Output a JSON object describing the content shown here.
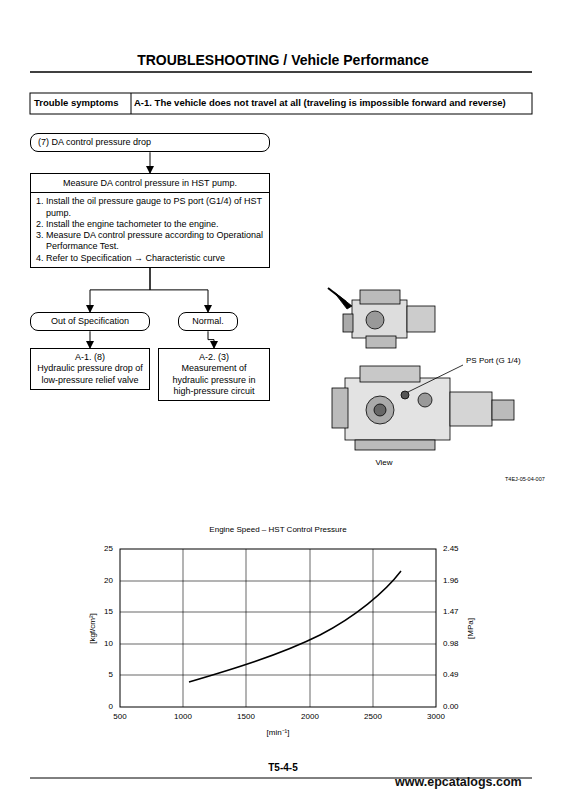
{
  "diagram": {
    "title": "TROUBLESHOOTING / Vehicle Performance",
    "nodes": [
      {
        "text": [
          "(7) DA control pressure drop"
        ]
      },
      {
        "text": [
          "Measure DA control pressure in HST pump.",
          "1. Install the oil pressure gauge to PS port (G1/4) of HST pump.",
          "2. Install the engine tachometer to the engine.",
          "3. Measure DA control pressure according to Operational Performance Test.",
          "4. Refer to Specification → Characteristic curve"
        ]
      },
      {
        "text": [
          "Out of Specification"
        ]
      },
      {
        "text": [
          "Normal."
        ]
      },
      {
        "text": [
          "A-1. (8)",
          "Hydraulic pressure drop of low-pressure relief valve"
        ]
      },
      {
        "text": [
          "A-2. (3)",
          "Measurement of hydraulic pressure in high-pressure circuit"
        ]
      }
    ],
    "edges": [
      {
        "from": 0,
        "to": 1,
        "arrow": "to"
      },
      {
        "from": 1,
        "to": 2,
        "arrow": "to"
      },
      {
        "from": 1,
        "to": 3,
        "arrow": "to"
      },
      {
        "from": 2,
        "to": 4,
        "arrow": "to"
      },
      {
        "from": 3,
        "to": 5,
        "arrow": "to"
      }
    ],
    "labels": [
      "Trouble symptoms",
      "A-1. The vehicle does not travel at all (traveling is impossible forward and reverse)",
      "PS Port (G 1/4)",
      "View",
      "T4EJ-05-04-007",
      "Engine Speed – HST Control Pressure",
      "25",
      "20",
      "15",
      "10",
      "5",
      "0",
      "2.45",
      "1.96",
      "1.47",
      "0.98",
      "0.49",
      "0.00",
      "500",
      "1000",
      "1500",
      "2000",
      "2500",
      "3000",
      "[kgf/cm²]",
      "[MPa]",
      "[min⁻¹]",
      "T5-4-5",
      "www.epcatalogs.com"
    ]
  }
}
